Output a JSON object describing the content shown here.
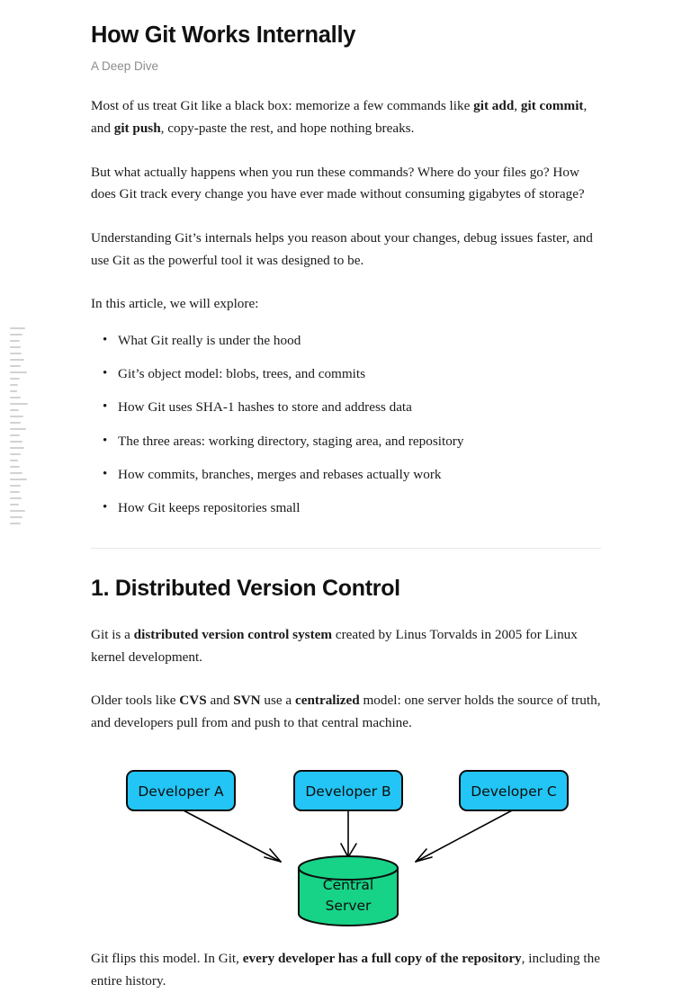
{
  "document": {
    "title": "How Git Works Internally",
    "subtitle": "A Deep Dive"
  },
  "minimap": {
    "name": "document-minimap",
    "tick_widths": [
      17,
      14,
      11,
      12,
      13,
      16,
      12,
      19,
      11,
      9,
      8,
      12,
      20,
      10,
      15,
      12,
      18,
      11,
      14,
      16,
      12,
      9,
      11,
      14,
      19,
      12,
      11,
      13,
      10,
      17,
      14,
      12
    ]
  },
  "intro": {
    "p1": {
      "s1": "Most of us treat Git like a black box: memorize a few commands like ",
      "b1": "git add",
      "s2": ", ",
      "b2": "git commit",
      "s3": ", and ",
      "b3": "git push",
      "s4": ", copy-paste the rest, and hope nothing breaks."
    },
    "p2": "But what actually happens when you run these commands? Where do your files go? How does Git track every change you have ever made without consuming gigabytes of storage?",
    "p3": "Understanding Git’s internals helps you reason about your changes, debug issues faster, and use Git as the powerful tool it was designed to be.",
    "p4": "In this article, we will explore:"
  },
  "bullets": [
    "What Git really is under the hood",
    "Git’s object model: blobs, trees, and commits",
    "How Git uses SHA-1 hashes to store and address data",
    "The three areas: working directory, staging area, and repository",
    "How commits, branches, merges and rebases actually work",
    "How Git keeps repositories small"
  ],
  "section1": {
    "heading": "1. Distributed Version Control",
    "p1": {
      "s1": "Git is a ",
      "b1": "distributed version control system",
      "s2": " created by Linus Torvalds in 2005 for Linux kernel development."
    },
    "p2": {
      "s1": "Older tools like ",
      "b1": "CVS",
      "s2": " and ",
      "b2": "SVN",
      "s3": " use a ",
      "b3": "centralized",
      "s4": " model: one server holds the source of truth, and developers pull from and push to that central machine."
    },
    "p3": {
      "s1": "Git flips this model. In Git, ",
      "b1": "every developer has a full copy of the repository",
      "s2": ", including the entire history."
    }
  },
  "diagram": {
    "name": "centralized-version-control-diagram",
    "nodes": [
      {
        "id": "dev-a",
        "label": "Developer A",
        "shape": "rounded-rect",
        "fill": "#22c5f5"
      },
      {
        "id": "dev-b",
        "label": "Developer B",
        "shape": "rounded-rect",
        "fill": "#22c5f5"
      },
      {
        "id": "dev-c",
        "label": "Developer C",
        "shape": "rounded-rect",
        "fill": "#22c5f5"
      },
      {
        "id": "central-server",
        "label_line1": "Central",
        "label_line2": "Server",
        "shape": "cylinder",
        "fill": "#17d387"
      }
    ],
    "edges": [
      {
        "from": "dev-a",
        "to": "central-server"
      },
      {
        "from": "dev-b",
        "to": "central-server"
      },
      {
        "from": "dev-c",
        "to": "central-server"
      }
    ],
    "stroke": "#000000"
  }
}
